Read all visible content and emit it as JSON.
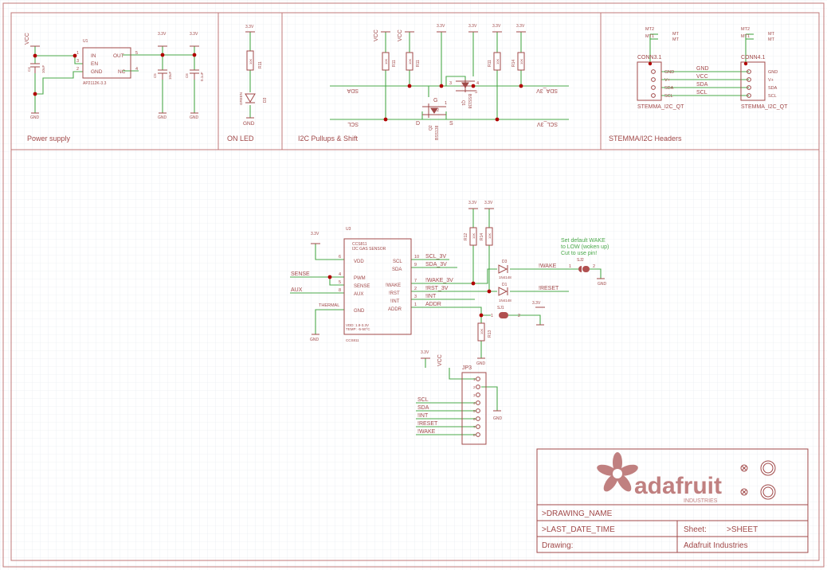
{
  "colors": {
    "line": "#a04848",
    "wire": "#4aa84a",
    "dot": "#b00000",
    "grid": "#e2e6ea",
    "frame": "#c07878"
  },
  "sections": {
    "power": "Power supply",
    "led": "ON LED",
    "i2c": "I2C Pullups & Shift",
    "stemma": "STEMMA/I2C Headers"
  },
  "power": {
    "vcc": "VCC",
    "u1_name": "U1",
    "u1_value": "AP2112K-3.3",
    "pin_in": "IN",
    "pin_en": "EN",
    "pin_gnd": "GND",
    "pin_out": "OUT",
    "pin_nc": "NC",
    "pn1": "1",
    "pn3": "3",
    "pn2": "2",
    "pn5": "5",
    "pn4": "4",
    "c4_name": "C4",
    "c4_val": "10uF",
    "c5_name": "C5",
    "c5_val": "10uF",
    "c6_name": "C6",
    "c6_val": "0.1uF",
    "v33a": "3.3V",
    "v33b": "3.3V",
    "gnd1": "GND",
    "gnd2": "GND",
    "gnd3": "GND"
  },
  "led": {
    "v33": "3.3V",
    "r_name": "R11",
    "r_val": "10K",
    "led_name": "D3",
    "led_color": "GREEN",
    "gnd": "GND"
  },
  "i2c": {
    "vcc1": "VCC",
    "vcc2": "VCC",
    "v33a": "3.3V",
    "v33b": "3.3V",
    "v33c": "3.3V",
    "v33d": "3.3V",
    "r1": "R11",
    "r2": "R11",
    "r3": "R11",
    "r4": "R14",
    "rv1": "10K",
    "rv2": "10K",
    "rv3": "10K",
    "rv4": "10K",
    "sda": "SDA",
    "sda3v": "SDA_3V",
    "scl": "SCL",
    "scl3v": "SCL_3V",
    "q1": "Q1",
    "q2": "Q2",
    "qv1": "BSS138",
    "qv2": "BSS138",
    "g": "G",
    "d": "D",
    "s": "S",
    "p1": "1",
    "p2": "2",
    "p3": "3",
    "p4": "4",
    "p5": "5"
  },
  "stemma": {
    "mt2a": "MT2",
    "mt1a": "MT1",
    "mt2b": "MT2",
    "mt1b": "MT1",
    "mta": "MT",
    "mtb": "MT",
    "mtc": "MT",
    "mtd": "MT",
    "conn1": "CONN3.1",
    "conn2": "CONN4.1",
    "gnd": "GND",
    "vplus": "V+",
    "sda": "SDA",
    "scl": "SCL",
    "gnd2": "GND",
    "vplus2": "V+",
    "sda2": "SDA",
    "scl2": "SCL",
    "w_gnd": "GND",
    "w_vcc": "VCC",
    "w_sda": "SDA",
    "w_scl": "SCL",
    "name1": "STEMMA_I2C_QT",
    "name2": "STEMMA_I2C_QT"
  },
  "main": {
    "v33_left": "3.3V",
    "u3_name": "U3",
    "u3_title1": "CCS811",
    "u3_title2": "I2C GAS SENSOR",
    "u3_note1": "VDD: 1.8-3.3V",
    "u3_note2": "TEMP: -5-50°C",
    "u3_foot": "CCS811",
    "pin_vdd": "VDD",
    "pin_pwm": "PWM",
    "pin_sense": "SENSE",
    "pin_aux": "AUX",
    "pin_gnd": "GND",
    "pin_scl": "SCL",
    "pin_sda": "SDA",
    "pin_wake": "!WAKE",
    "pin_rst": "!RST",
    "pin_int": "!INT",
    "pin_addr": "ADDR",
    "pn6": "6",
    "pn4": "4",
    "pn5": "5",
    "pn8": "8",
    "pn10": "10",
    "pn9": "9",
    "pn7": "7",
    "pn2": "2",
    "pn3": "3",
    "pn1": "1",
    "net_sense": "SENSE",
    "net_aux": "AUX",
    "net_thermal": "THERMAL",
    "net_scl": "SCL_3V",
    "net_sda": "SDA_3V",
    "net_wake3v": "!WAKE_3V",
    "net_rst3v": "!RST_3V",
    "net_int": "!INT",
    "net_addr": "ADDR",
    "net_wake": "!WAKE",
    "net_reset": "!RESET",
    "gnd_left": "GND",
    "r12": "R12",
    "r14": "R14",
    "rv12": "10K",
    "rv14": "10K",
    "v33_r1": "3.3V",
    "v33_r2": "3.3V",
    "d3": "D3",
    "d1": "D1",
    "dv1": "1N4148",
    "dv2": "1N4148",
    "sj2": "SJ2",
    "sj1": "SJ1",
    "sj2_p1": "1",
    "sj2_p2": "2",
    "sj1_p1": "1",
    "sj1_p2": "2",
    "gnd_sj2": "GND",
    "v33_sj1": "3.3V",
    "r13": "R13",
    "rv13": "10K",
    "gnd_r13": "GND",
    "note1": "Set default WAKE",
    "note2": "to LOW (woken up)",
    "note3": "Cut to use pin!"
  },
  "header": {
    "vcc_lbl": "3.3V",
    "vcc": "VCC",
    "name": "JP3",
    "gnd": "GND",
    "n1": "SCL",
    "n2": "SDA",
    "n3": "!INT",
    "n4": "!RESET",
    "n5": "!WAKE",
    "p1": "1",
    "p2": "2",
    "p3": "3",
    "p4": "4",
    "p5": "5",
    "p6": "6",
    "p7": "7",
    "p8": "8"
  },
  "titleblock": {
    "brand": "adafruit",
    "brand_sub": "INDUSTRIES",
    "drawing_name": ">DRAWING_NAME",
    "last_date": ">LAST_DATE_TIME",
    "sheet_label": "Sheet:",
    "sheet_value": ">SHEET",
    "drawing_label": "Drawing:",
    "company": "Adafruit Industries"
  }
}
